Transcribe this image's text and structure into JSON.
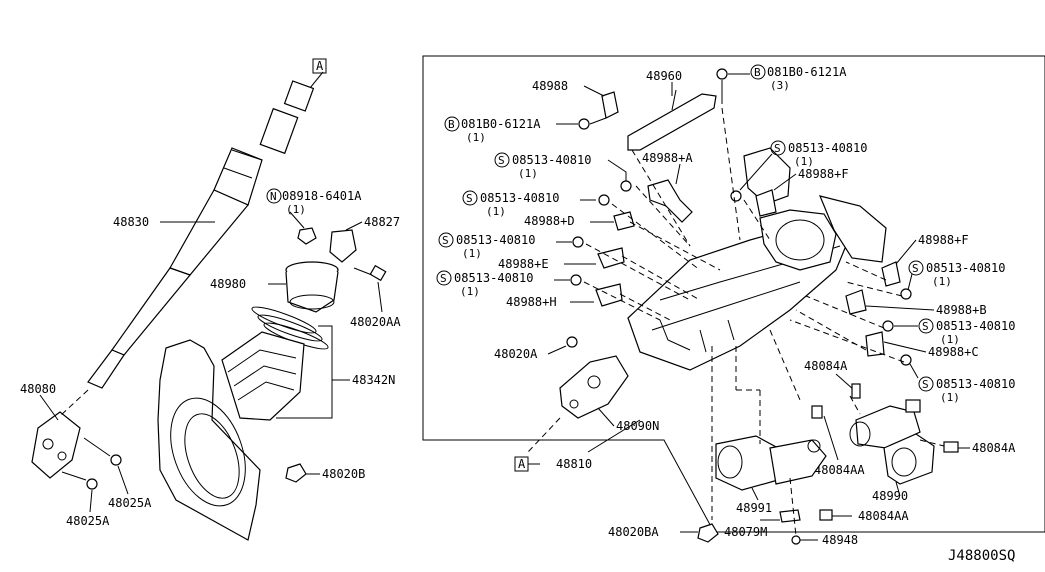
{
  "diagram_id": "J48800SQ",
  "ref_marker": "A",
  "labels": {
    "p48830": "48830",
    "p48080": "48080",
    "p48025A_1": "48025A",
    "p48025A_2": "48025A",
    "n08918": "08918-6401A",
    "n08918_qty": "(1)",
    "p48827": "48827",
    "p48980": "48980",
    "p48020AA": "48020AA",
    "p48342N": "48342N",
    "p48020B": "48020B",
    "p48988": "48988",
    "p48960": "48960",
    "b081B0_top": "081B0-6121A",
    "b081B0_top_qty": "(3)",
    "b081B0_left": "081B0-6121A",
    "b081B0_left_qty": "(1)",
    "s08513_1": "08513-40810",
    "s08513_1_qty": "(1)",
    "p48988A": "48988+A",
    "s08513_2": "08513-40810",
    "s08513_2_qty": "(1)",
    "p48988D": "48988+D",
    "s08513_3": "08513-40810",
    "s08513_3_qty": "(1)",
    "p48988E": "48988+E",
    "s08513_4": "08513-40810",
    "s08513_4_qty": "(1)",
    "p48988H": "48988+H",
    "p48020A": "48020A",
    "p48090N": "48090N",
    "p48810": "48810",
    "s08513_r1": "08513-40810",
    "s08513_r1_qty": "(1)",
    "p48988F_1": "48988+F",
    "p48988F_2": "48988+F",
    "s08513_r2": "08513-40810",
    "s08513_r2_qty": "(1)",
    "p48988B": "48988+B",
    "s08513_r3": "08513-40810",
    "s08513_r3_qty": "(1)",
    "p48988C": "48988+C",
    "p48084A_1": "48084A",
    "s08513_r4": "08513-40810",
    "s08513_r4_qty": "(1)",
    "p48084A_2": "48084A",
    "p48084AA_1": "48084AA",
    "p48990": "48990",
    "p48991": "48991",
    "p48084AA_2": "48084AA",
    "p48020BA": "48020BA",
    "p48079M": "48079M",
    "p48948": "48948"
  },
  "symbols": {
    "screw": "S",
    "bolt": "B",
    "nut": "N"
  }
}
